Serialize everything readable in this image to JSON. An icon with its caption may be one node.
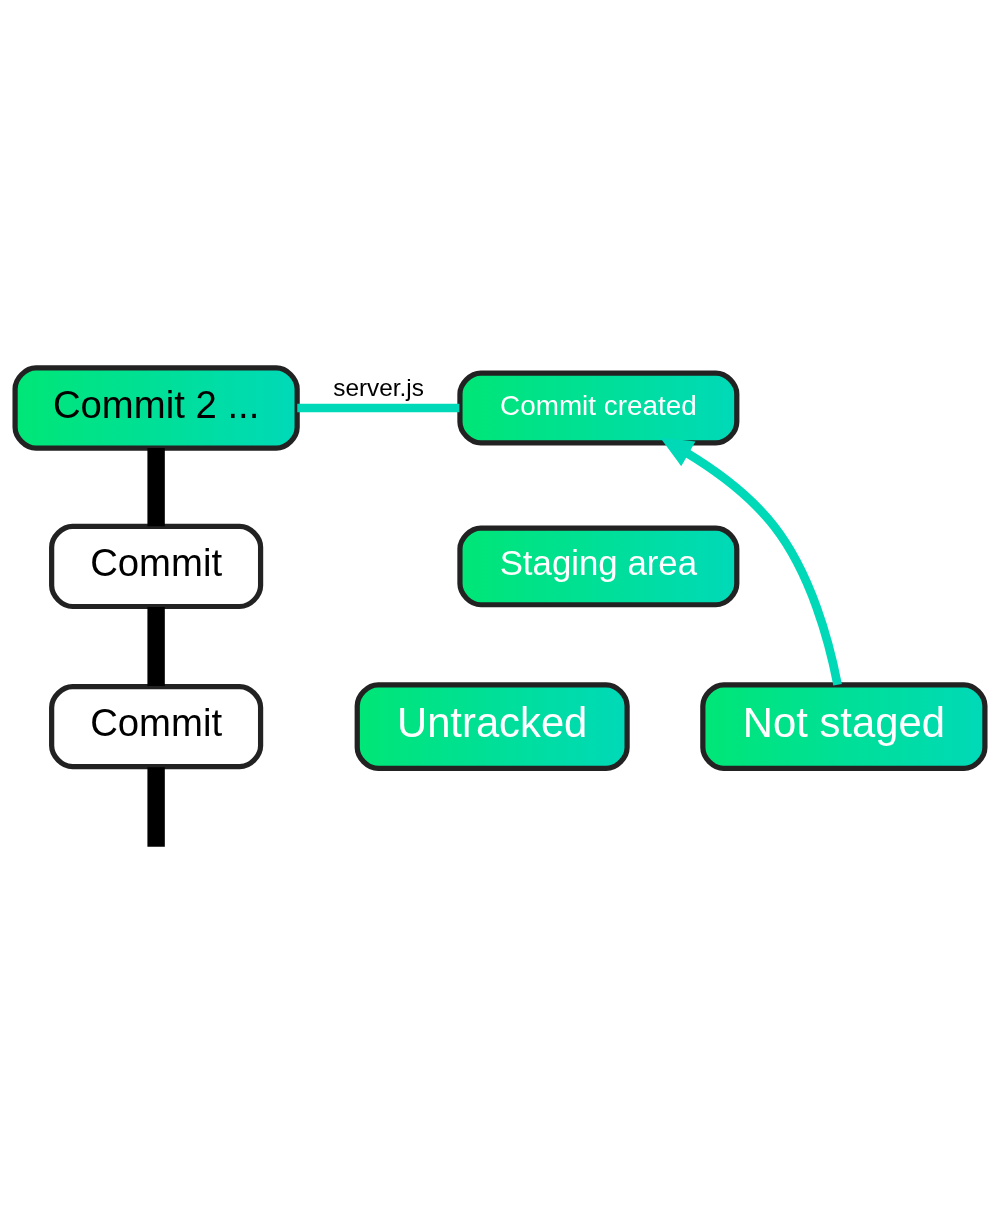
{
  "diagram": {
    "nodes": [
      {
        "text": [
          "Commit 2 ..."
        ]
      },
      {
        "text": [
          "Commit created"
        ]
      },
      {
        "text": [
          "Staging area"
        ]
      },
      {
        "text": [
          "Untracked"
        ]
      },
      {
        "text": [
          "Not staged"
        ]
      },
      {
        "text": [
          "Commit"
        ]
      },
      {
        "text": [
          "Commit"
        ]
      }
    ],
    "edges": [
      {
        "from": 0,
        "to": 1,
        "arrow": "none",
        "label": "server.js",
        "color": "#00d9b8"
      },
      {
        "from": 4,
        "to": 1,
        "arrow": "to",
        "color": "#00d9b8"
      },
      {
        "from": 0,
        "to": 5,
        "arrow": "none"
      },
      {
        "from": 5,
        "to": 6,
        "arrow": "none"
      },
      {
        "from": 6,
        "to": null,
        "arrow": "none"
      }
    ]
  }
}
